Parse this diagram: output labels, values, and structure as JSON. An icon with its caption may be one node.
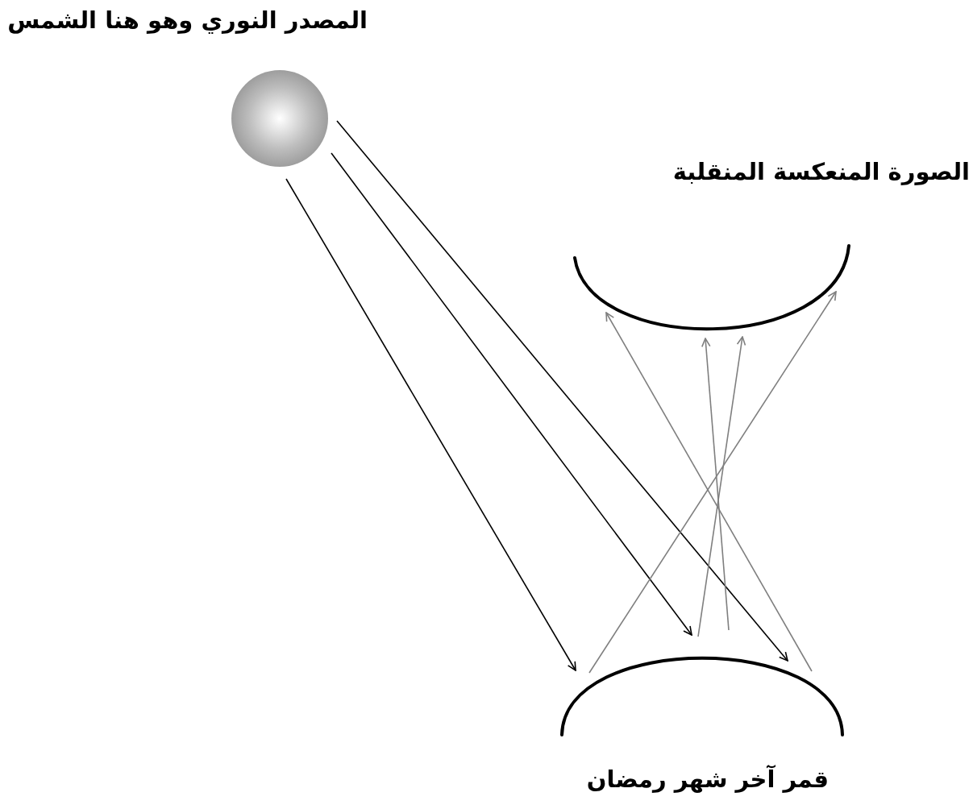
{
  "diagram": {
    "nodes": [
      {
        "text": [
          "المصدر النوري وهو هنا الشمس"
        ]
      },
      {
        "text": [
          "الصورة المنعكسة المنقلبة"
        ]
      },
      {
        "text": [
          "قمر آخر شهر رمضان"
        ]
      }
    ],
    "edges": [
      {
        "from": 0,
        "to": 2,
        "arrow": "to",
        "color": "#000000"
      },
      {
        "from": 0,
        "to": 2,
        "arrow": "to",
        "color": "#000000"
      },
      {
        "from": 0,
        "to": 2,
        "arrow": "to",
        "color": "#000000"
      },
      {
        "from": 2,
        "to": 1,
        "arrow": "to"
      },
      {
        "from": 2,
        "to": 1,
        "arrow": "to"
      },
      {
        "from": 2,
        "to": 1,
        "arrow": "to"
      },
      {
        "from": 2,
        "to": 1,
        "arrow": "to"
      }
    ]
  }
}
